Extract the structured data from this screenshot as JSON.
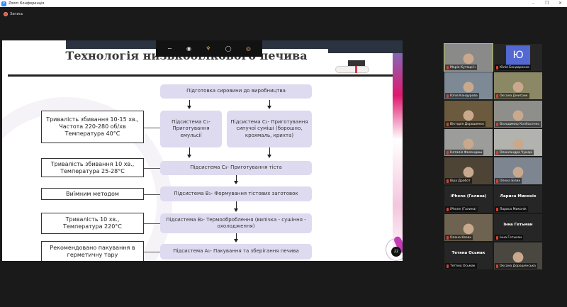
{
  "window": {
    "title": "Zoom Конференція",
    "controls": {
      "minimize": "–",
      "maximize": "❐",
      "close": "✕"
    }
  },
  "recording": {
    "label": "Запись",
    "icon": "record-icon"
  },
  "slide": {
    "title": "Технологія низькобілкового печива",
    "page_number": "22",
    "flow": {
      "start": "Підготовка сировини до виробництва",
      "c1": "Підсистема С₁- Приготування емульсії",
      "c2": "Підсистема С₂- Приготування сипучої суміші (борошно, крохмаль, крихта)",
      "c3": "Підсистема С₃- Приготування тіста",
      "b1": "Підсистема В₁- Формування тістових заготовок",
      "b2": "Підсистема В₂- Термооброблення (випічка - сушіння - охолодження)",
      "a1": "Підсистема А₁- Пакування та зберігання печива"
    },
    "notes": {
      "c1": "Тривалість збивання 10-15 хв., Частота 220-280 об/хв Температура 40°С",
      "c3": "Тривалість збивання 10 хв., Температура 25-28°С",
      "b1": "Виїмним методом",
      "b2": "Тривалість 10 хв., Температура 220°С",
      "a1": "Рекомендовано пакування в герметичну тару"
    }
  },
  "annotation_toolbar": {
    "icons": [
      "draw-icon",
      "spotlight-icon",
      "stamp-icon",
      "eraser-icon",
      "format-icon"
    ]
  },
  "participants": [
    {
      "name": "Марія Кутяцкіч",
      "type": "video",
      "active": true,
      "color": "#8a8a88"
    },
    {
      "name": "Юлія Бондаренко",
      "type": "initial",
      "initial": "Ю"
    },
    {
      "name": "Юлія Кандурова",
      "type": "video",
      "color": "#7d8a96"
    },
    {
      "name": "Оксана Дмитрик",
      "type": "video",
      "color": "#8b8866"
    },
    {
      "name": "Вікторія Дорошенко",
      "type": "video",
      "color": "#6b5a3e"
    },
    {
      "name": "Володимир Колбасенко",
      "type": "video",
      "color": "#8e8e8a"
    },
    {
      "name": "Наталія Фалендиш",
      "type": "video",
      "color": "#9c9c9a"
    },
    {
      "name": "Олександра Чумарі",
      "type": "video",
      "color": "#b2b2ae"
    },
    {
      "name": "Віра Дробот",
      "type": "video",
      "color": "#4e4436"
    },
    {
      "name": "Олена Білик",
      "type": "video",
      "color": "#7d8590"
    },
    {
      "name": "iPhone (Галина)",
      "type": "name",
      "display": "iPhone (Галина)"
    },
    {
      "name": "Лариса Миконік",
      "type": "name",
      "display": "Лариса Миконік"
    },
    {
      "name": "Олена Козак",
      "type": "video",
      "color": "#6e6250"
    },
    {
      "name": "Інна Гетьман",
      "type": "name",
      "display": "Інна Гетьман"
    },
    {
      "name": "Тетяна Осьмак",
      "type": "name",
      "display": "Тетяна Осьмак"
    },
    {
      "name": "Оксана Дорошенська",
      "type": "video",
      "color": "#4a4640"
    }
  ]
}
